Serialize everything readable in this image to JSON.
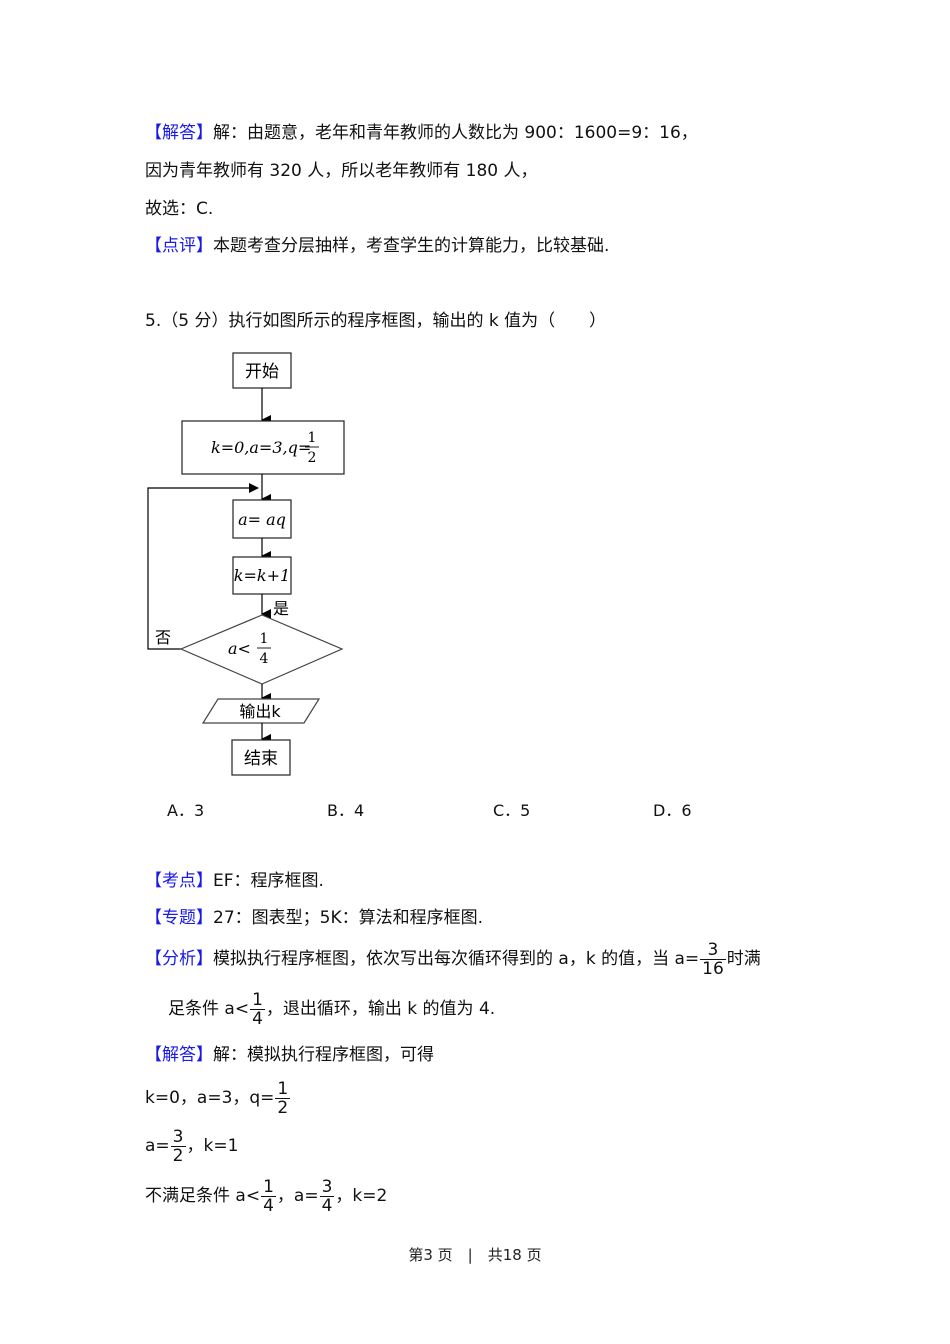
{
  "prev_solution": {
    "answer_tag": "【解答】",
    "answer_line1": "解：由题意，老年和青年教师的人数比为 900：1600=9：16，",
    "answer_line2": "因为青年教师有 320 人，所以老年教师有 180 人，",
    "answer_line3": "故选：C.",
    "comment_tag": "【点评】",
    "comment_text": "本题考查分层抽样，考查学生的计算能力，比较基础."
  },
  "question": {
    "stem": "5.（5 分）执行如图所示的程序框图，输出的 k 值为（　　）",
    "flowchart": {
      "start": "开始",
      "init_text": "k=0,a=3,q=",
      "init_frac_num": "1",
      "init_frac_den": "2",
      "step1": "a= aq",
      "step2": "k=k+1",
      "yes_label": "是",
      "no_label": "否",
      "cond_text": "a<",
      "cond_frac_num": "1",
      "cond_frac_den": "4",
      "output": "输出k",
      "end": "结束"
    },
    "choices": [
      {
        "label": "A．3"
      },
      {
        "label": "B．4"
      },
      {
        "label": "C．5"
      },
      {
        "label": "D．6"
      }
    ]
  },
  "analysis": {
    "kaodian_tag": "【考点】",
    "kaodian_text": "EF：程序框图.",
    "zhuanti_tag": "【专题】",
    "zhuanti_text": "27：图表型；5K：算法和程序框图.",
    "fenxi_tag": "【分析】",
    "fenxi_line1_pre": "模拟执行程序框图，依次写出每次循环得到的 a，k 的值，当 a=",
    "fenxi_frac1_num": "3",
    "fenxi_frac1_den": "16",
    "fenxi_line1_post": "时满",
    "fenxi_line2_pre": "足条件 a<",
    "fenxi_frac2_num": "1",
    "fenxi_frac2_den": "4",
    "fenxi_line2_post": "，退出循环，输出 k 的值为 4.",
    "jieda_tag": "【解答】",
    "jieda_text": "解：模拟执行程序框图，可得",
    "step1_pre": "k=0，a=3，q=",
    "step1_num": "1",
    "step1_den": "2",
    "step2_pre": "a=",
    "step2_num": "3",
    "step2_den": "2",
    "step2_post": "，k=1",
    "step3_pre": "不满足条件 a<",
    "step3_num1": "1",
    "step3_den1": "4",
    "step3_mid": "，a=",
    "step3_num2": "3",
    "step3_den2": "4",
    "step3_post": "，k=2"
  },
  "footer": {
    "page_text": "第3 页　|　共18 页"
  },
  "colors": {
    "tag_blue": "#1a1ae6",
    "text": "#111111"
  }
}
